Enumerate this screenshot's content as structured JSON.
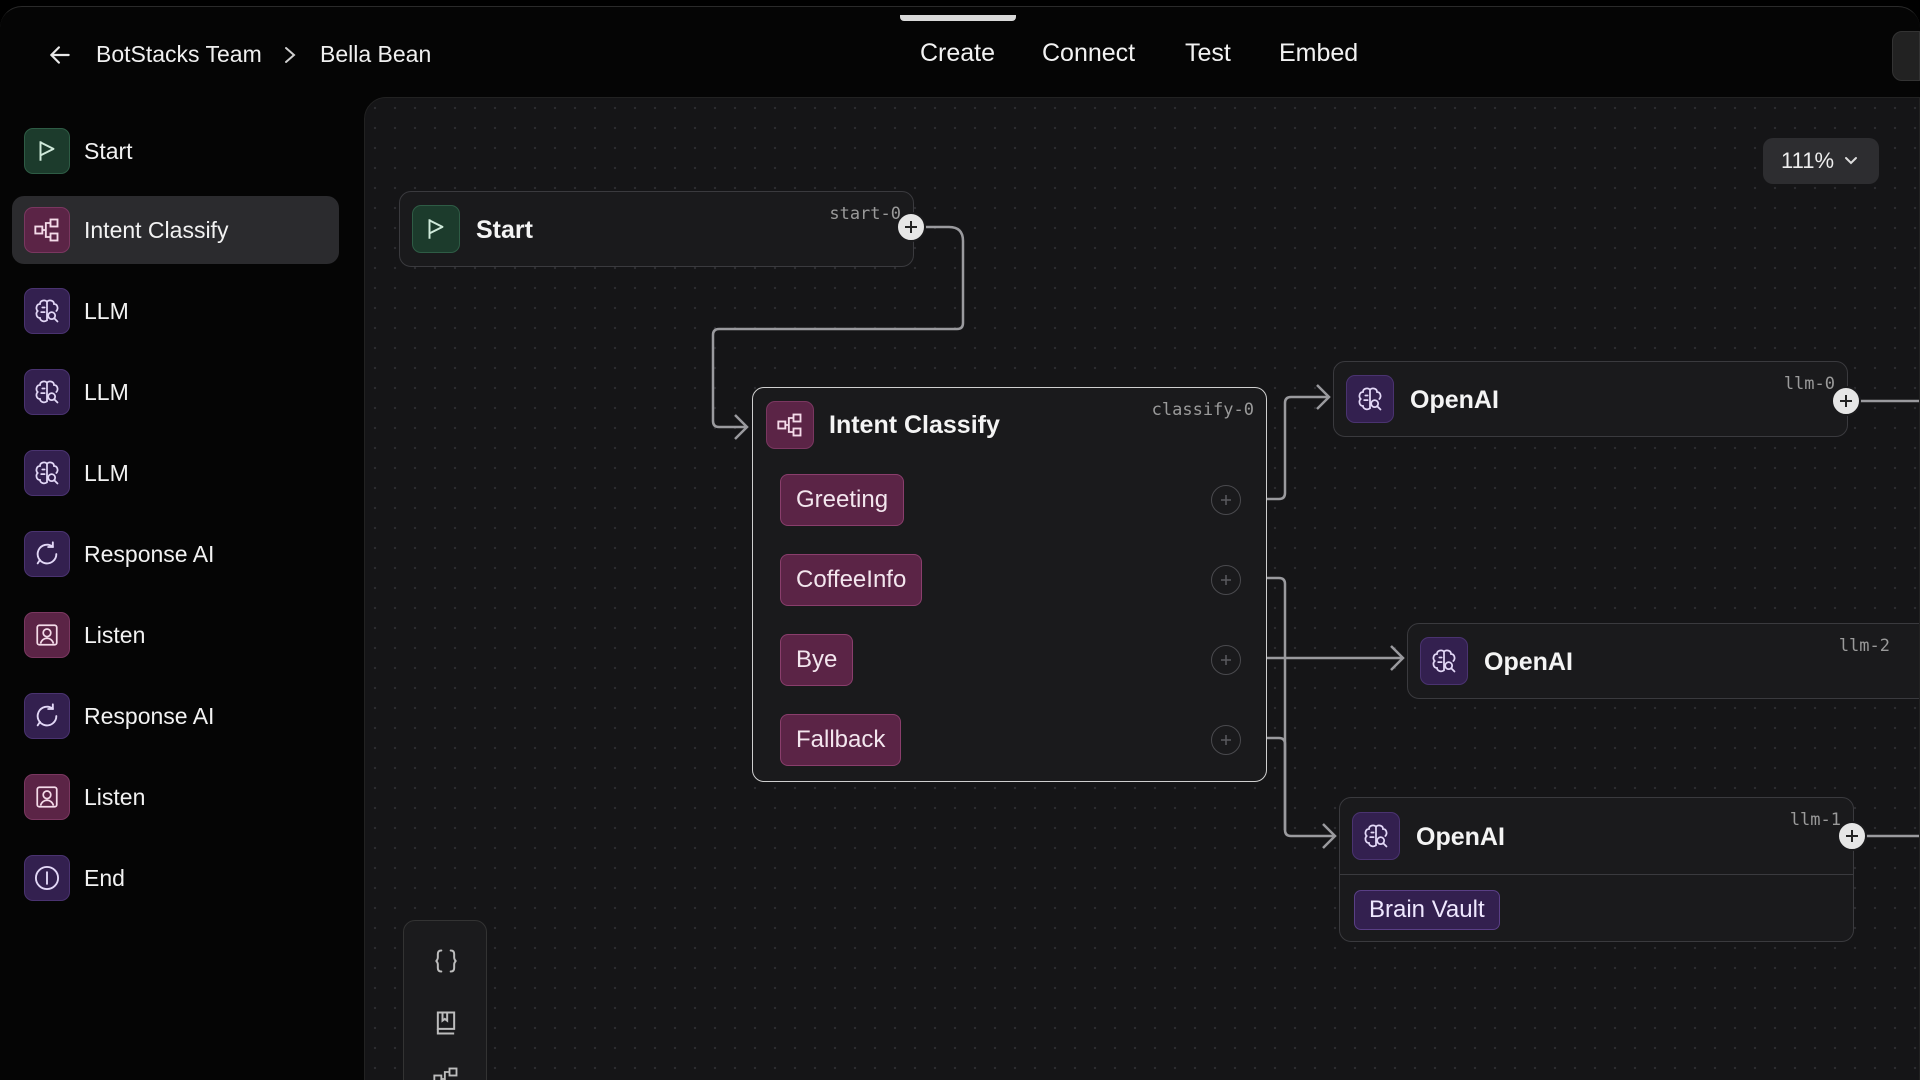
{
  "header": {
    "breadcrumb": [
      "BotStacks Team",
      "Bella Bean"
    ],
    "nav": [
      "Create",
      "Connect",
      "Test",
      "Embed"
    ]
  },
  "sidebar": {
    "items": [
      {
        "label": "Start",
        "icon": "flag-icon",
        "color": "green"
      },
      {
        "label": "Intent Classify",
        "icon": "branch-icon",
        "color": "pink",
        "active": true
      },
      {
        "label": "LLM",
        "icon": "brain-icon",
        "color": "purple"
      },
      {
        "label": "LLM",
        "icon": "brain-icon",
        "color": "purple"
      },
      {
        "label": "LLM",
        "icon": "brain-icon",
        "color": "purple"
      },
      {
        "label": "Response AI",
        "icon": "refresh-chat-icon",
        "color": "purple"
      },
      {
        "label": "Listen",
        "icon": "person-icon",
        "color": "pink"
      },
      {
        "label": "Response AI",
        "icon": "refresh-chat-icon",
        "color": "purple"
      },
      {
        "label": "Listen",
        "icon": "person-icon",
        "color": "pink"
      },
      {
        "label": "End",
        "icon": "info-icon",
        "color": "purple"
      }
    ]
  },
  "canvas": {
    "zoom": "111%",
    "nodes": {
      "start": {
        "title": "Start",
        "id": "start-0"
      },
      "classify": {
        "title": "Intent Classify",
        "id": "classify-0",
        "intents": [
          "Greeting",
          "CoffeeInfo",
          "Bye",
          "Fallback"
        ]
      },
      "llm0": {
        "title": "OpenAI",
        "id": "llm-0"
      },
      "llm2": {
        "title": "OpenAI",
        "id": "llm-2"
      },
      "llm1": {
        "title": "OpenAI",
        "id": "llm-1",
        "knowledge_base": "Brain Vault"
      }
    },
    "tools": [
      "braces-icon",
      "book-icon",
      "branch-icon"
    ]
  },
  "colors": {
    "green_node": "#1c3b2c",
    "pink_node": "#5b2446",
    "purple_node": "#33204f",
    "canvas_bg": "#151517"
  }
}
